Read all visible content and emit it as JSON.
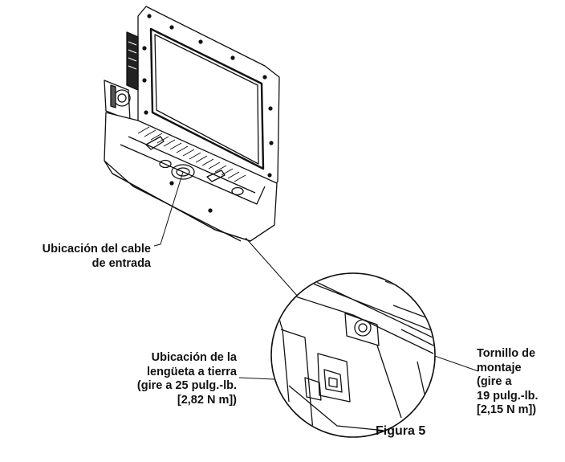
{
  "labels": {
    "cable_location": "Ubicación del cable\nde entrada",
    "ground_lug": "Ubicación de la\nlengüeta a tierra\n(gire a 25 pulg.-lb.\n[2,82 N m])",
    "mounting_screw": "Tornillo de\nmontaje\n(gire a\n19 pulg.-lb.\n[2,15 N m])",
    "figure": "Figura 5"
  }
}
